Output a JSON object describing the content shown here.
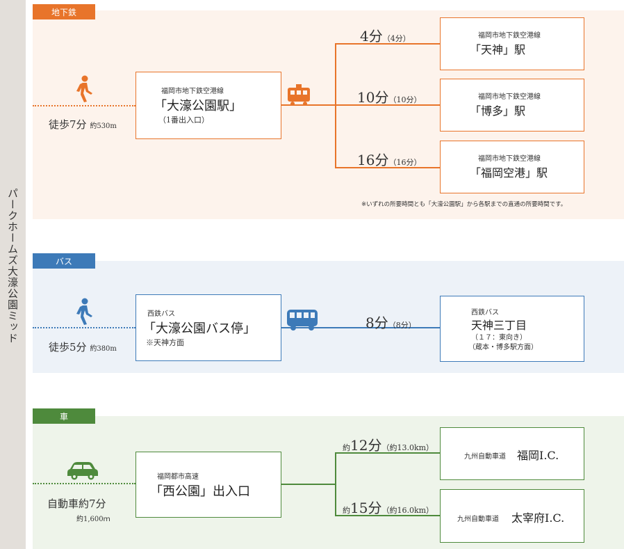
{
  "side_title": "パークホームズ大濠公園ミッド",
  "colors": {
    "subway": "#e8742a",
    "subway_bg": "#fdf3ec",
    "bus": "#3d7ab8",
    "bus_bg": "#edf2f8",
    "car": "#4e8a3c",
    "car_bg": "#eef4ea",
    "side": "#e3dfda"
  },
  "subway": {
    "tag": "地下鉄",
    "walk_main": "徒歩7分",
    "walk_sub": "約530m",
    "origin": {
      "line": "福岡市地下鉄空港線",
      "name": "「大濠公園駅」",
      "sub": "（1番出入口）"
    },
    "routes": [
      {
        "time": "4分",
        "alt": "（4分）",
        "line": "福岡市地下鉄空港線",
        "dest": "「天神」駅"
      },
      {
        "time": "10分",
        "alt": "（10分）",
        "line": "福岡市地下鉄空港線",
        "dest": "「博多」駅"
      },
      {
        "time": "16分",
        "alt": "（16分）",
        "line": "福岡市地下鉄空港線",
        "dest": "「福岡空港」駅"
      }
    ],
    "note": "※いずれの所要時間とも「大濠公園駅」から各駅までの直通の所要時間です。",
    "icon": "train-icon"
  },
  "bus": {
    "tag": "バス",
    "walk_main": "徒歩5分",
    "walk_sub": "約380m",
    "origin": {
      "line": "西鉄バス",
      "name": "「大濠公園バス停」",
      "sub": "※天神方面"
    },
    "route": {
      "time": "8分",
      "alt": "（8分）"
    },
    "dest": {
      "line": "西鉄バス",
      "name": "天神三丁目",
      "sub1": "（１７：東向き）",
      "sub2": "（蔵本・博多駅方面）"
    },
    "icon": "bus-icon"
  },
  "car": {
    "tag": "車",
    "walk_main": "自動車約7分",
    "walk_sub": "約1,600ｍ",
    "origin": {
      "line": "福岡都市高速",
      "name": "「西公園」出入口"
    },
    "routes": [
      {
        "pre": "約",
        "time": "12分",
        "alt": "（約13.0km）",
        "line": "九州自動車道",
        "dest": "福岡I.C."
      },
      {
        "pre": "約",
        "time": "15分",
        "alt": "（約16.0km）",
        "line": "九州自動車道",
        "dest": "太宰府I.C."
      }
    ],
    "icon": "car-icon"
  },
  "walk_icon": "walking-person-icon"
}
